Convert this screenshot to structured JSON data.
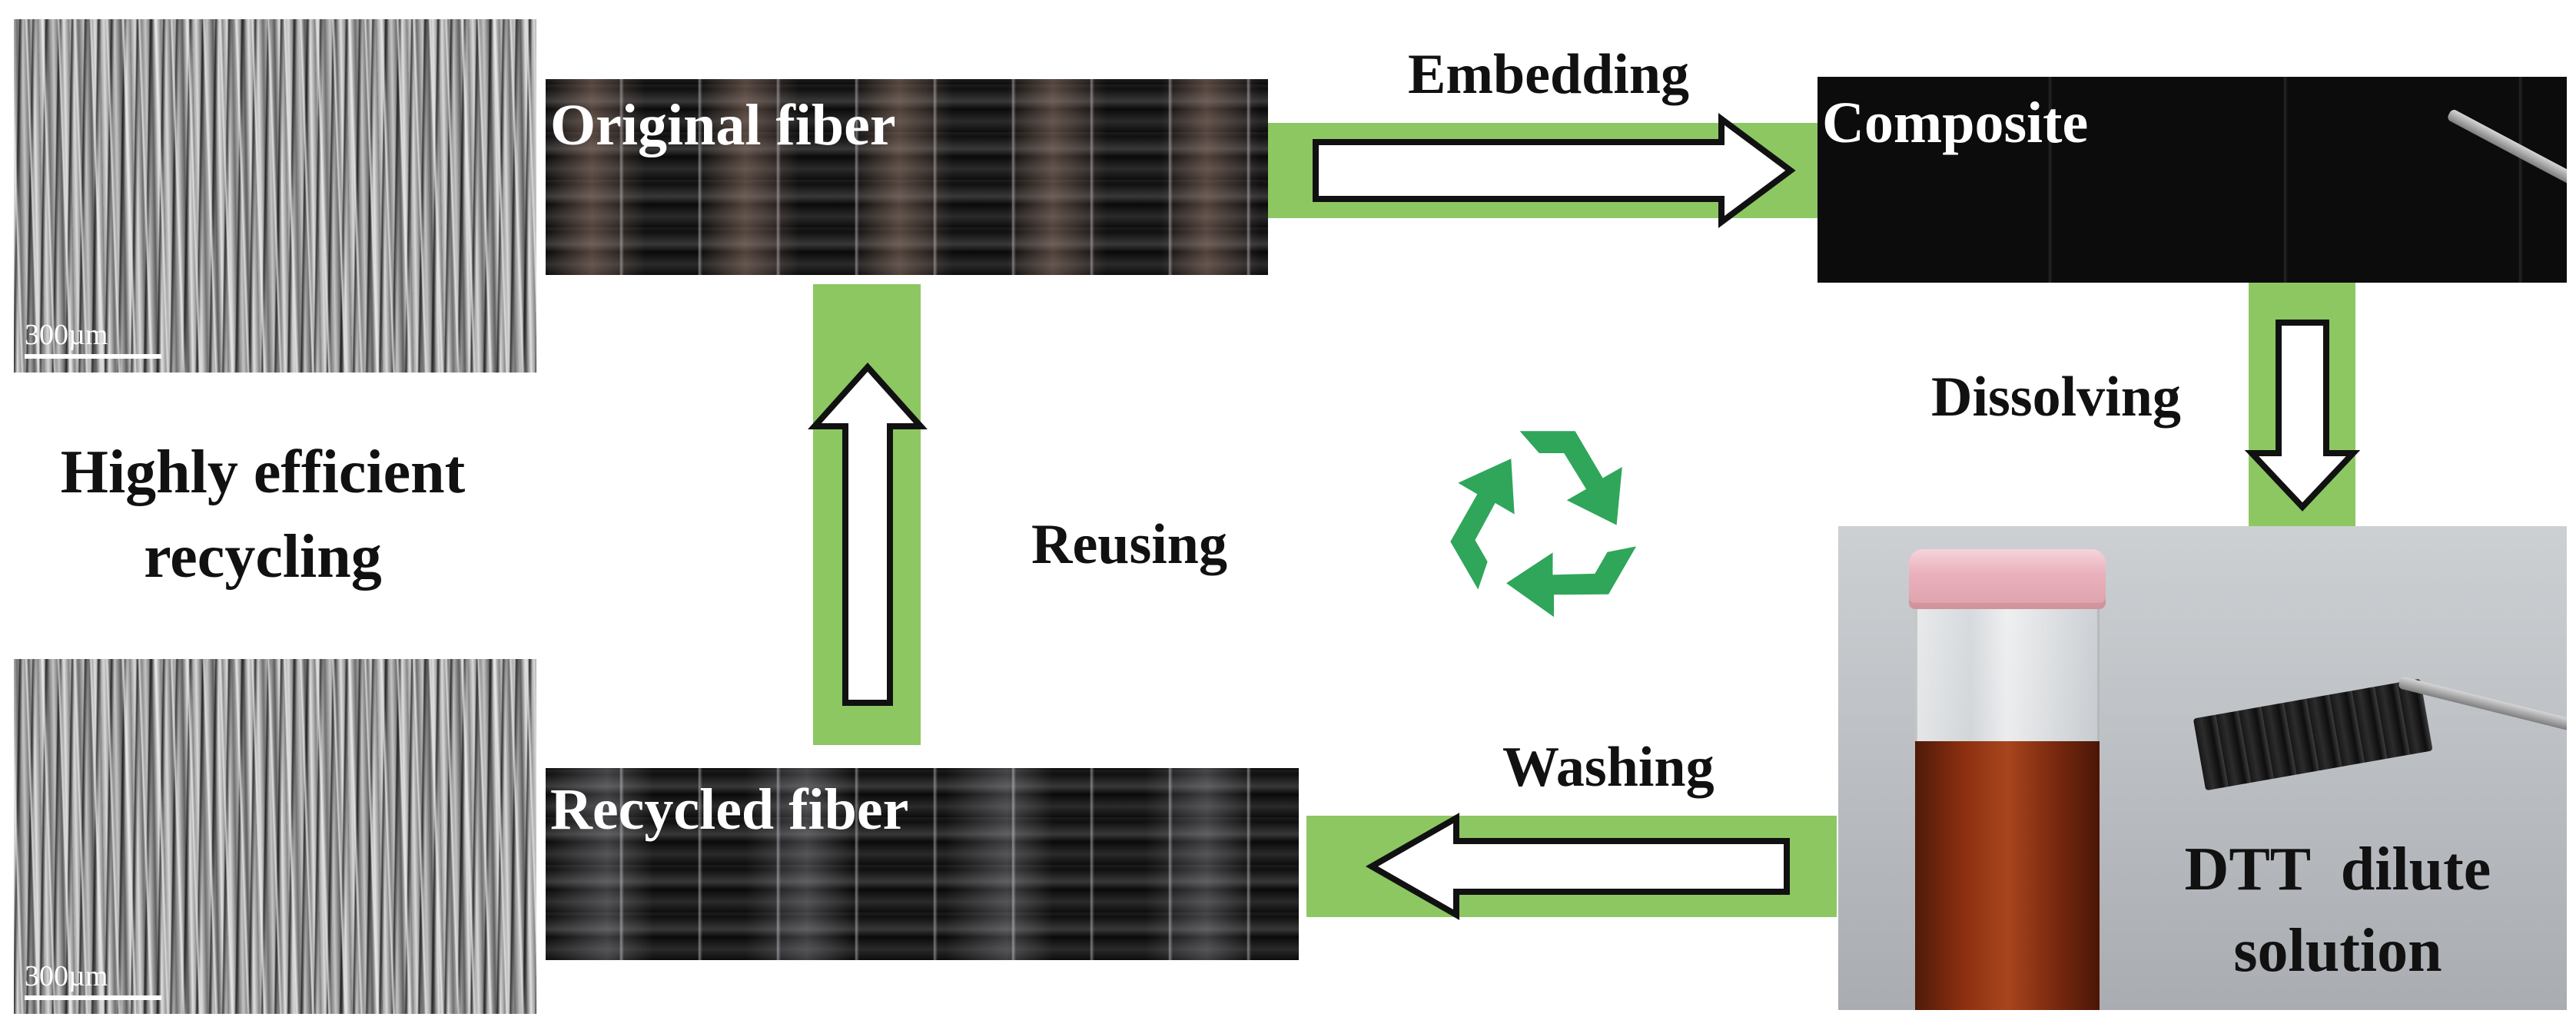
{
  "panels": {
    "sem_top": {
      "scale": "300µm"
    },
    "sem_bottom": {
      "scale": "300µm"
    },
    "original_fiber": "Original fiber",
    "composite": "Composite",
    "recycled_fiber": "Recycled fiber",
    "solution_line1": "DTT  dilute",
    "solution_line2": "solution"
  },
  "steps": {
    "embedding": "Embedding",
    "dissolving": "Dissolving",
    "washing": "Washing",
    "reusing": "Reusing"
  },
  "side_label": {
    "line1": "Highly efficient",
    "line2": "recycling"
  },
  "colors": {
    "band": "#8dc762",
    "recycle": "#2fa65a",
    "arrow_fill": "#ffffff",
    "arrow_stroke": "#111111"
  },
  "icons": {
    "center": "recycle-icon"
  }
}
